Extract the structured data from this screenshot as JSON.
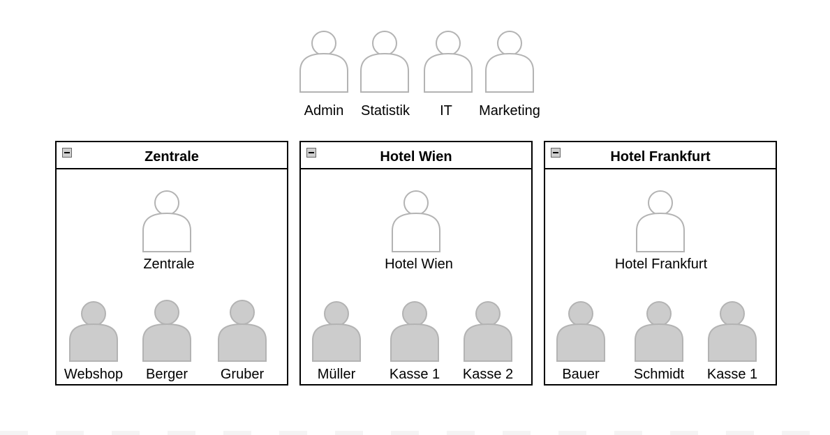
{
  "roles": [
    {
      "label": "Admin"
    },
    {
      "label": "Statistik"
    },
    {
      "label": "IT"
    },
    {
      "label": "Marketing"
    }
  ],
  "groups": [
    {
      "title": "Zentrale",
      "role_label": "Zentrale",
      "users": [
        {
          "label": "Webshop"
        },
        {
          "label": "Berger"
        },
        {
          "label": "Gruber"
        }
      ]
    },
    {
      "title": "Hotel Wien",
      "role_label": "Hotel Wien",
      "users": [
        {
          "label": "Müller"
        },
        {
          "label": "Kasse 1"
        },
        {
          "label": "Kasse 2"
        }
      ]
    },
    {
      "title": "Hotel Frankfurt",
      "role_label": "Hotel Frankfurt",
      "users": [
        {
          "label": "Bauer"
        },
        {
          "label": "Schmidt"
        },
        {
          "label": "Kasse 1"
        }
      ]
    }
  ],
  "colors": {
    "role_outline": "#b3b3b3",
    "user_fill": "#cccccc",
    "user_outline": "#b3b3b3",
    "border": "#000000"
  }
}
